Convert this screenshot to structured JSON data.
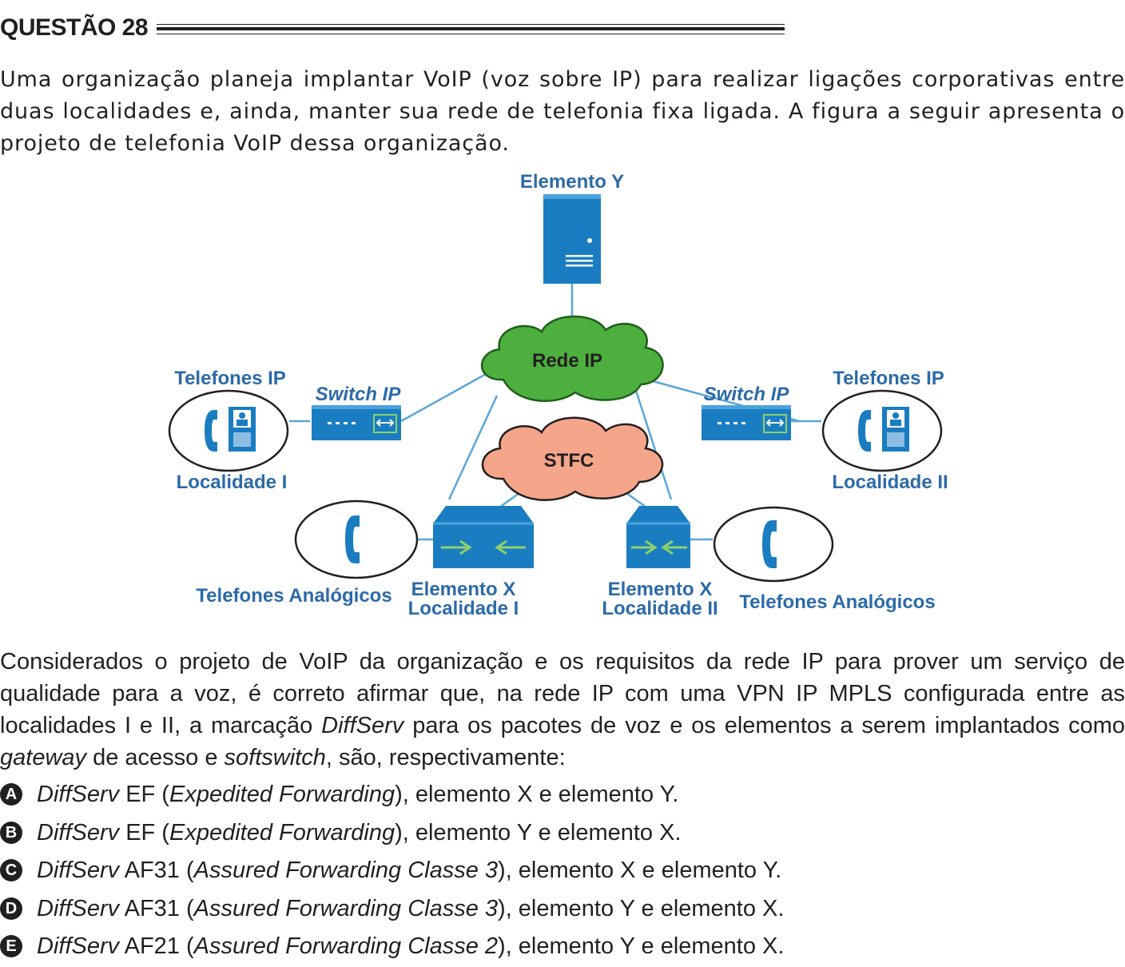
{
  "question": {
    "title": "QUESTÃO 28",
    "intro": "Uma organização planeja implantar VoIP (voz sobre IP) para realizar ligações corporativas entre duas localidades e, ainda, manter sua rede de telefonia fixa ligada. A figura a seguir apresenta o projeto de telefonia VoIP dessa organização."
  },
  "diagram": {
    "element_y": "Elemento Y",
    "ip_network": "Rede IP",
    "pstn": "STFC",
    "left": {
      "ip_phones": "Telefones IP",
      "switch": "Switch IP",
      "location": "Localidade I",
      "analog_phones": "Telefones Analógicos",
      "element_x_line1": "Elemento X",
      "element_x_line2": "Localidade I"
    },
    "right": {
      "ip_phones": "Telefones IP",
      "switch": "Switch IP",
      "location": "Localidade II",
      "analog_phones": "Telefones Analógicos",
      "element_x_line1": "Elemento X",
      "element_x_line2": "Localidade II"
    },
    "colors": {
      "device_blue": "#1a7dc2",
      "label_blue": "#2c6aa8",
      "ip_cloud": "#4caf3e",
      "pstn_cloud": "#f4a58a",
      "link": "#5aa6d8"
    }
  },
  "body": {
    "p1": "Considerados o projeto de VoIP da organização e os requisitos da rede IP para prover um serviço de qualidade para a voz, é correto afirmar que, na rede IP com uma VPN IP MPLS configurada entre as localidades I e II, a marcação ",
    "diffserv": "DiffServ",
    "p2": " para os pacotes de voz e os elementos a serem implantados como ",
    "gateway": "gateway",
    "p3": " de acesso e ",
    "softswitch": "softswitch",
    "p4": ", são, respectivamente:"
  },
  "options": [
    {
      "letter": "A",
      "term": "DiffServ",
      "code": " EF (",
      "full": "Expedited Forwarding",
      "rest": "), elemento X e elemento Y."
    },
    {
      "letter": "B",
      "term": "DiffServ",
      "code": " EF (",
      "full": "Expedited Forwarding",
      "rest": "), elemento Y e elemento X."
    },
    {
      "letter": "C",
      "term": "DiffServ",
      "code": " AF31 (",
      "full": "Assured Forwarding Classe 3",
      "rest": "), elemento X e elemento Y."
    },
    {
      "letter": "D",
      "term": "DiffServ",
      "code": " AF31 (",
      "full": "Assured Forwarding Classe 3",
      "rest": "), elemento Y e elemento X."
    },
    {
      "letter": "E",
      "term": "DiffServ",
      "code": " AF21 (",
      "full": "Assured Forwarding Classe 2",
      "rest": "), elemento Y e elemento X."
    }
  ]
}
